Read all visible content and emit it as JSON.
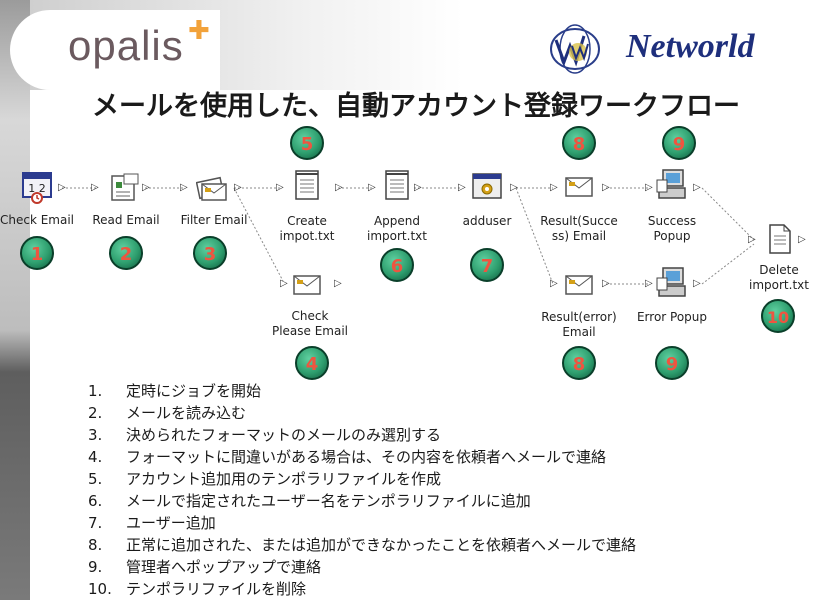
{
  "header": {
    "opalis_logo": "opalis",
    "networld_logo": "Networld",
    "title": "メールを使用した、自動アカウント登録ワークフロー"
  },
  "flow": {
    "nodes": [
      {
        "id": "check-email",
        "label": "Check Email"
      },
      {
        "id": "read-email",
        "label": "Read Email"
      },
      {
        "id": "filter-email",
        "label": "Filter Email"
      },
      {
        "id": "create-impot",
        "label": "Create\nimpot.txt"
      },
      {
        "id": "check-please-email",
        "label": "Check\nPlease Email"
      },
      {
        "id": "append-import",
        "label": "Append\nimport.txt"
      },
      {
        "id": "adduser",
        "label": "adduser"
      },
      {
        "id": "result-success-email",
        "label": "Result(Succe\nss) Email"
      },
      {
        "id": "result-error-email",
        "label": "Result(error)\nEmail"
      },
      {
        "id": "success-popup",
        "label": "Success\nPopup"
      },
      {
        "id": "error-popup",
        "label": "Error Popup"
      },
      {
        "id": "delete-import",
        "label": "Delete\nimport.txt"
      }
    ],
    "badges": [
      "1",
      "2",
      "3",
      "4",
      "5",
      "6",
      "7",
      "8",
      "8",
      "9",
      "9",
      "10"
    ]
  },
  "steps": [
    {
      "num": "1.",
      "text": "定時にジョブを開始"
    },
    {
      "num": "2.",
      "text": "メールを読み込む"
    },
    {
      "num": "3.",
      "text": "決められたフォーマットのメールのみ選別する"
    },
    {
      "num": "4.",
      "text": "フォーマットに間違いがある場合は、その内容を依頼者へメールで連絡"
    },
    {
      "num": "5.",
      "text": "アカウント追加用のテンポラリファイルを作成"
    },
    {
      "num": "6.",
      "text": "メールで指定されたユーザー名をテンポラリファイルに追加"
    },
    {
      "num": "7.",
      "text": "ユーザー追加"
    },
    {
      "num": "8.",
      "text": "正常に追加された、または追加ができなかったことを依頼者へメールで連絡"
    },
    {
      "num": "9.",
      "text": "管理者へポップアップで連絡"
    },
    {
      "num": "10.",
      "text": "テンポラリファイルを削除"
    }
  ],
  "colors": {
    "badge_fill": "#2e9e6e",
    "badge_text": "#ee5540",
    "networld_blue": "#1e2f7c",
    "opalis_star": "#f2a23a"
  }
}
